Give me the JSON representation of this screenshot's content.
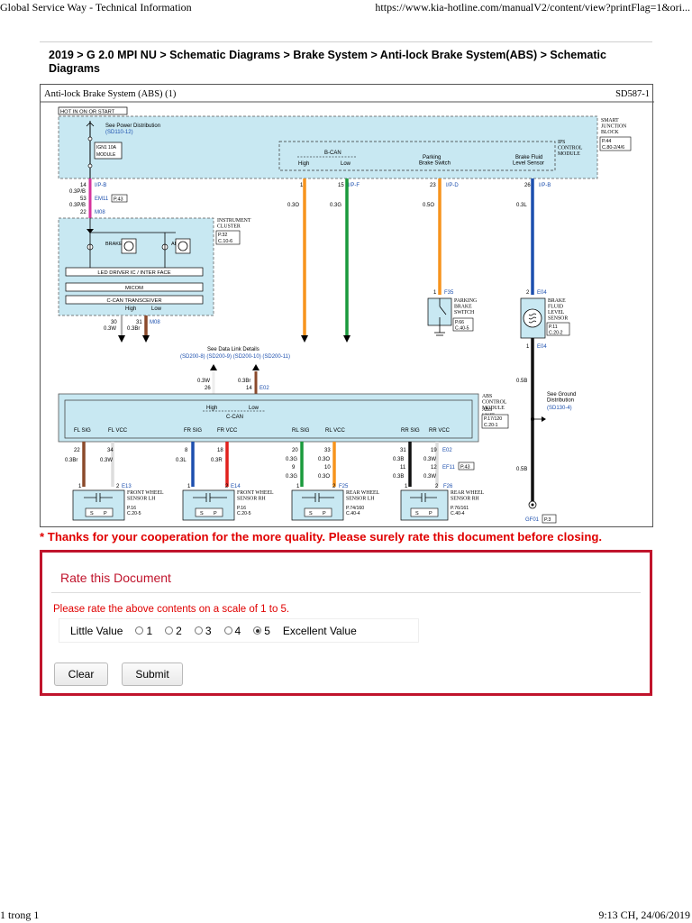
{
  "browser": {
    "header_left": "Global Service Way - Technical Information",
    "header_right": "https://www.kia-hotline.com/manualV2/content/view?printFlag=1&ori...",
    "footer_left": "1 trong 1",
    "footer_right": "9:13 CH, 24/06/2019"
  },
  "page": {
    "breadcrumb": "2019 > G 2.0 MPI NU > Schematic Diagrams > Brake System > Anti-lock Brake System(ABS) > Schematic Diagrams"
  },
  "diagram": {
    "title": "Anti-lock Brake System (ABS) (1)",
    "code": "SD587-1",
    "hot_label": "HOT IN ON OR START",
    "power_ref": "See Power Distribution",
    "power_ref_code": "(SD110-12)",
    "fuse_box": "IGN1 10A",
    "fuse_box2": "MODULE",
    "sjb_label": "SMART JUNCTION BLOCK",
    "sjb_ref1": "P.44",
    "sjb_ref2": "C.80-2/4/6",
    "ips_label": "IPS CONTROL MODULE",
    "bcan": "B-CAN",
    "high": "High",
    "low": "Low",
    "parking_switch": "Parking Brake Switch",
    "brake_fluid_sensor": "Brake Fluid Level Sensor",
    "pins": {
      "p14": "14",
      "p15": "15",
      "p23": "23",
      "p26": "26",
      "p53": "53",
      "p22": "22",
      "p30": "30",
      "p31": "31",
      "p1": "1",
      "p2": "2",
      "p26b": "26",
      "p14b": "14",
      "fl22": "22",
      "fl34": "34",
      "fr8": "8",
      "fr18": "18",
      "rl20": "20",
      "rl33": "33",
      "rl9": "9",
      "rl10": "10",
      "rr31": "31",
      "rr19": "19",
      "rr11": "11",
      "rr12": "12"
    },
    "connectors": {
      "ifpb": "I/P-B",
      "ifpf": "I/P-F",
      "ifpd": "I/P-D",
      "ifpb2": "I/P-B",
      "em11": "EM11",
      "m08": "M08",
      "m08b": "M08",
      "p43": "P.43",
      "f35": "F35",
      "e04": "E04",
      "e04b": "E04",
      "e02": "E02",
      "e02b": "E02",
      "ef11": "EF11",
      "p43b": "P.43",
      "e13": "E13",
      "e14": "E14",
      "f25": "F25",
      "f26": "F26",
      "gf01": "GF01",
      "p3": "P.3"
    },
    "wires": {
      "w03pb": "0.3P/B",
      "w03pb2": "0.3P/B",
      "w03o": "0.3O",
      "w03g": "0.3G",
      "w05o": "0.5O",
      "w03l": "0.3L",
      "w03w": "0.3W",
      "w03br": "0.3Br",
      "w03w2": "0.3W",
      "w03br2": "0.3Br",
      "w05b": "0.5B",
      "w05b2": "0.5B",
      "fl1": "0.3Br",
      "fl2": "0.3W",
      "fr1": "0.3L",
      "fr2": "0.3R",
      "rl1": "0.3G",
      "rl2": "0.3O",
      "rl3": "0.3G",
      "rl4": "0.3O",
      "rr1": "0.3B",
      "rr2": "0.3W",
      "rr3": "0.3B",
      "rr4": "0.3W"
    },
    "cluster_label": "INSTRUMENT CLUSTER",
    "cluster_ref1": "P.32",
    "cluster_ref2": "C.10-6",
    "lamp_brake": "BRAKE",
    "lamp_abs": "ABS",
    "led_driver": "LED DRIVER IC / INTER FACE",
    "micom": "MICOM",
    "ccan_transceiver": "C-CAN TRANSCEIVER",
    "parking_label": "PARKING BRAKE SWITCH",
    "parking_ref1": "P.66",
    "parking_ref2": "C.40-5",
    "bfl_label": "BRAKE FLUID LEVEL SENSOR",
    "bfl_ref1": "P.11",
    "bfl_ref2": "C.20-2",
    "data_link": "See Data Link Details",
    "data_link_refs": "(SD200-8) (SD200-9) (SD200-10) (SD200-11)",
    "abs_unit": "ABS CONTROL MODULE",
    "abs_unit2": "ABS UNIT",
    "abs_ref1": "P.17/120",
    "abs_ref2": "C.20-1",
    "ccan": "C-CAN",
    "ground_ref": "See Ground Distribution",
    "ground_ref_code": "(SD130-4)",
    "sig": {
      "fl_sig": "FL SIG",
      "fl_vcc": "FL VCC",
      "fr_sig": "FR SIG",
      "fr_vcc": "FR VCC",
      "rl_sig": "RL SIG",
      "rl_vcc": "RL VCC",
      "rr_sig": "RR SIG",
      "rr_vcc": "RR VCC"
    },
    "sensors": {
      "fl": "FRONT WHEEL SENSOR LH",
      "fl_ref1": "P.16",
      "fl_ref2": "C.20-5",
      "fr": "FRONT WHEEL SENSOR RH",
      "fr_ref1": "P.16",
      "fr_ref2": "C.20-5",
      "rl": "REAR WHEEL SENSOR LH",
      "rl_ref1": "P.74/160",
      "rl_ref2": "C.40-4",
      "rr": "REAR WHEEL SENSOR RH",
      "rr_ref1": "P.76/161",
      "rr_ref2": "C.40-4"
    }
  },
  "notice": "* Thanks for your cooperation for the more quality. Please surely rate this document before closing.",
  "rating": {
    "title": "Rate this Document",
    "prompt": "Please rate the above contents on a scale of 1 to 5.",
    "low_label": "Little Value",
    "high_label": "Excellent Value",
    "options": [
      "1",
      "2",
      "3",
      "4",
      "5"
    ],
    "selected": "5",
    "clear_label": "Clear",
    "submit_label": "Submit"
  },
  "colors": {
    "accent": "#c0142c",
    "notice": "#e00000",
    "panel_fill": "#c8e8f2",
    "wire_orange": "#f7941d",
    "wire_green": "#1a9a3c",
    "wire_blue": "#1c4fae",
    "wire_pink": "#d6339c",
    "wire_brown": "#8b4a2b",
    "wire_red": "#e0201c",
    "wire_black": "#111111"
  }
}
